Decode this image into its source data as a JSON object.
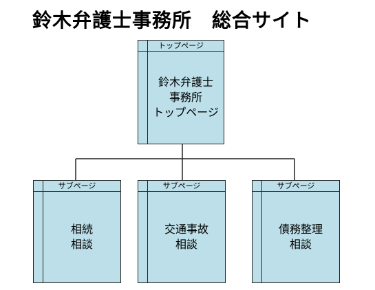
{
  "title": "鈴木弁護士事務所　総合サイト",
  "top_card": {
    "header": "トップページ",
    "body": "鈴木弁護士\n事務所\nトップページ"
  },
  "sub_cards": [
    {
      "header": "サブページ",
      "body": "相続\n相談"
    },
    {
      "header": "サブページ",
      "body": "交通事故\n相談"
    },
    {
      "header": "サブページ",
      "body": "債務整理\n相談"
    }
  ],
  "colors": {
    "card_fill": "#bcdfe9",
    "border": "#222222"
  }
}
